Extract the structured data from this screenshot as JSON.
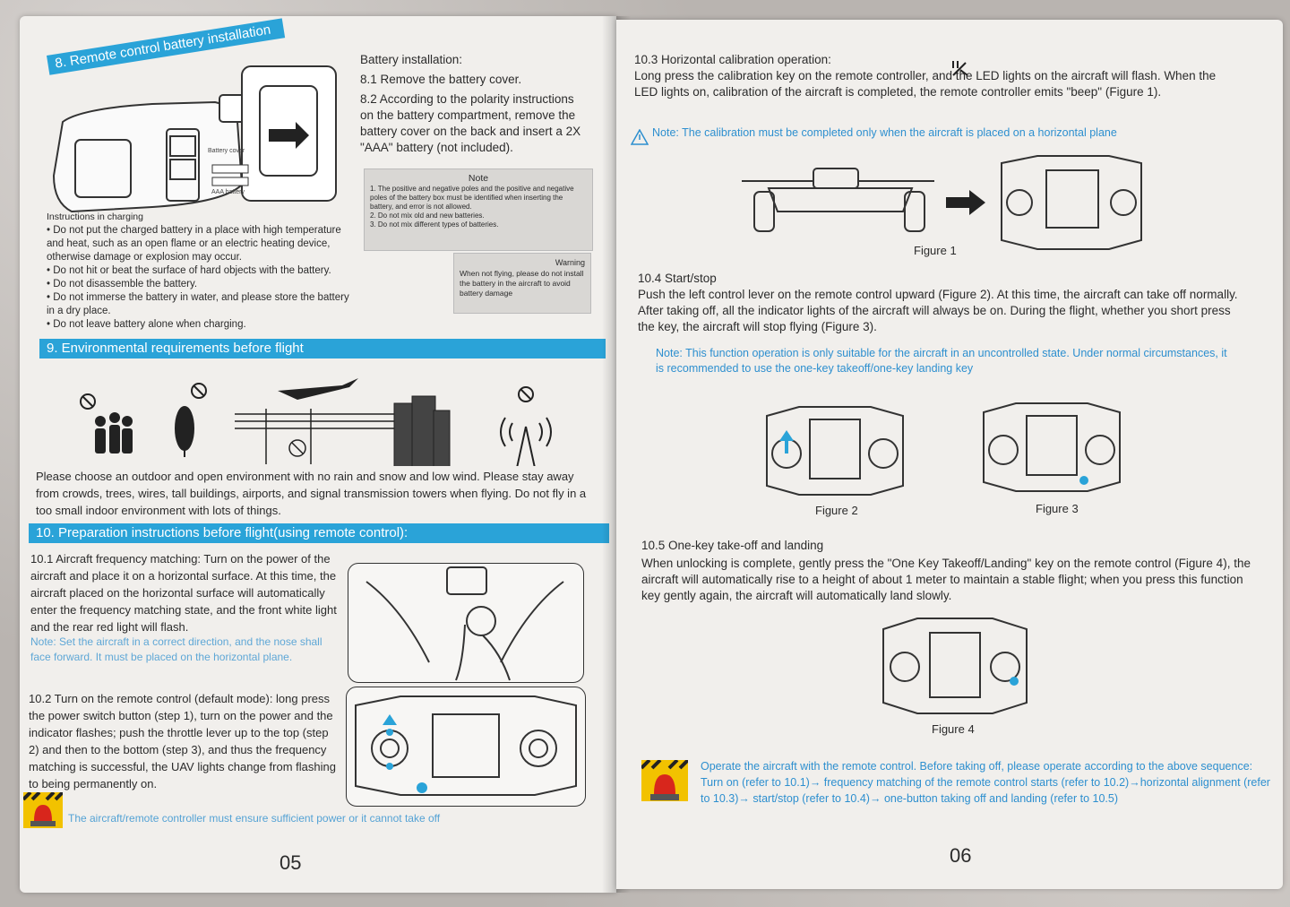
{
  "left": {
    "section8_title": "8. Remote control battery installation",
    "diagram_labels": {
      "battery_cover": "Battery cover",
      "aaa_battery": "AAA battery"
    },
    "battery_heading": "Battery installation:",
    "battery_step1": "8.1 Remove the battery cover.",
    "battery_step2": "8.2 According to the polarity instructions on the battery compartment, remove the battery cover on the back and insert a 2X \"AAA\" battery (not included).",
    "note_title": "Note",
    "note_items": [
      "1. The positive and negative poles and the positive and negative poles of the battery box must be identified when inserting the battery, and error is not allowed.",
      "2. Do not mix old and new batteries.",
      "3. Do not mix different types of batteries."
    ],
    "charging_heading": "Instructions in charging",
    "charging_items": [
      "• Do not put the charged battery in a place with high temperature and heat, such as an open flame or an electric heating device, otherwise damage or explosion may occur.",
      "• Do not hit or beat the surface of hard objects with the battery.",
      "• Do not disassemble the battery.",
      "• Do not immerse the battery in water, and please store the battery in a dry place.",
      "• Do not leave battery alone when charging."
    ],
    "warning_title": "Warning",
    "warning_text": "When not flying, please do not install the battery in the aircraft to avoid battery damage",
    "section9_title": "9. Environmental requirements before flight",
    "env_text": "Please choose an outdoor and open environment with no rain and snow and low wind. Please stay away from crowds, trees, wires, tall buildings, airports, and signal transmission towers when flying. Do not fly in a too small indoor environment with lots of things.",
    "section10_title": "10. Preparation instructions before flight(using remote control):",
    "step_10_1": "10.1 Aircraft frequency matching: Turn on the power of the aircraft and place it on a horizontal surface. At this time, the aircraft placed on the horizontal surface will automatically enter the frequency matching state, and the front white light and the rear red light will flash.",
    "note_10_1": "Note: Set the aircraft in a correct direction, and the nose shall face forward. It must be placed on the horizontal plane.",
    "step_10_2": "10.2 Turn on the remote control (default mode): long press the power switch button (step 1), turn on the power and the indicator flashes; push the throttle lever up to the top (step 2) and then to the bottom (step 3), and thus the frequency matching is successful, the UAV lights change from flashing to being permanently on.",
    "bottom_warning": "The aircraft/remote controller must ensure sufficient power or it cannot take off",
    "page_number": "05"
  },
  "right": {
    "h10_3": "10.3 Horizontal calibration operation:",
    "p10_3": "Long press the calibration key on the remote controller, and the LED lights on the aircraft will flash. When the LED lights on, calibration of the aircraft is completed, the remote controller emits \"beep\" (Figure 1).",
    "note10_3": "Note: The calibration must be completed only when the aircraft is placed on a horizontal plane",
    "figure1": "Figure 1",
    "h10_4": "10.4 Start/stop",
    "p10_4": "Push the left control lever on the remote control upward (Figure 2). At this time, the aircraft can take off normally. After taking off, all the indicator lights of the aircraft will always be on. During the flight, whether you short press the key, the aircraft will stop flying (Figure 3).",
    "note10_4": "Note: This function operation is only suitable for the aircraft in an uncontrolled state. Under normal circumstances, it is recommended to use the one-key takeoff/one-key landing key",
    "figure2": "Figure 2",
    "figure3": "Figure 3",
    "h10_5": "10.5 One-key take-off and landing",
    "p10_5": "When unlocking is complete, gently press the \"One Key Takeoff/Landing\" key on the remote control (Figure 4), the aircraft will automatically rise to a height of about 1 meter to maintain a stable flight; when you press this function key gently again, the aircraft will automatically land slowly.",
    "figure4": "Figure 4",
    "warning_label": "Warning",
    "bottom_text": "Operate the aircraft with the remote control. Before taking off, please operate according to the above sequence: Turn on (refer to 10.1)→ frequency matching of the remote control starts (refer to 10.2)→horizontal alignment (refer to 10.3)→ start/stop (refer to 10.4)→ one-button taking off and landing (refer to 10.5)",
    "page_number": "06"
  },
  "colors": {
    "band": "#2aa3d8",
    "note_blue": "#2d8fcf",
    "warning_yellow": "#f2c200",
    "siren_red": "#d8261c"
  },
  "icons": [
    "no-crowd-icon",
    "no-tree-icon",
    "no-wires-icon",
    "airplane-icon",
    "tall-building-icon",
    "no-signal-tower-icon",
    "warning-triangle-icon",
    "calibration-key-icon",
    "takeoff-landing-icon",
    "warning-siren-icon",
    "power-button-icon"
  ]
}
